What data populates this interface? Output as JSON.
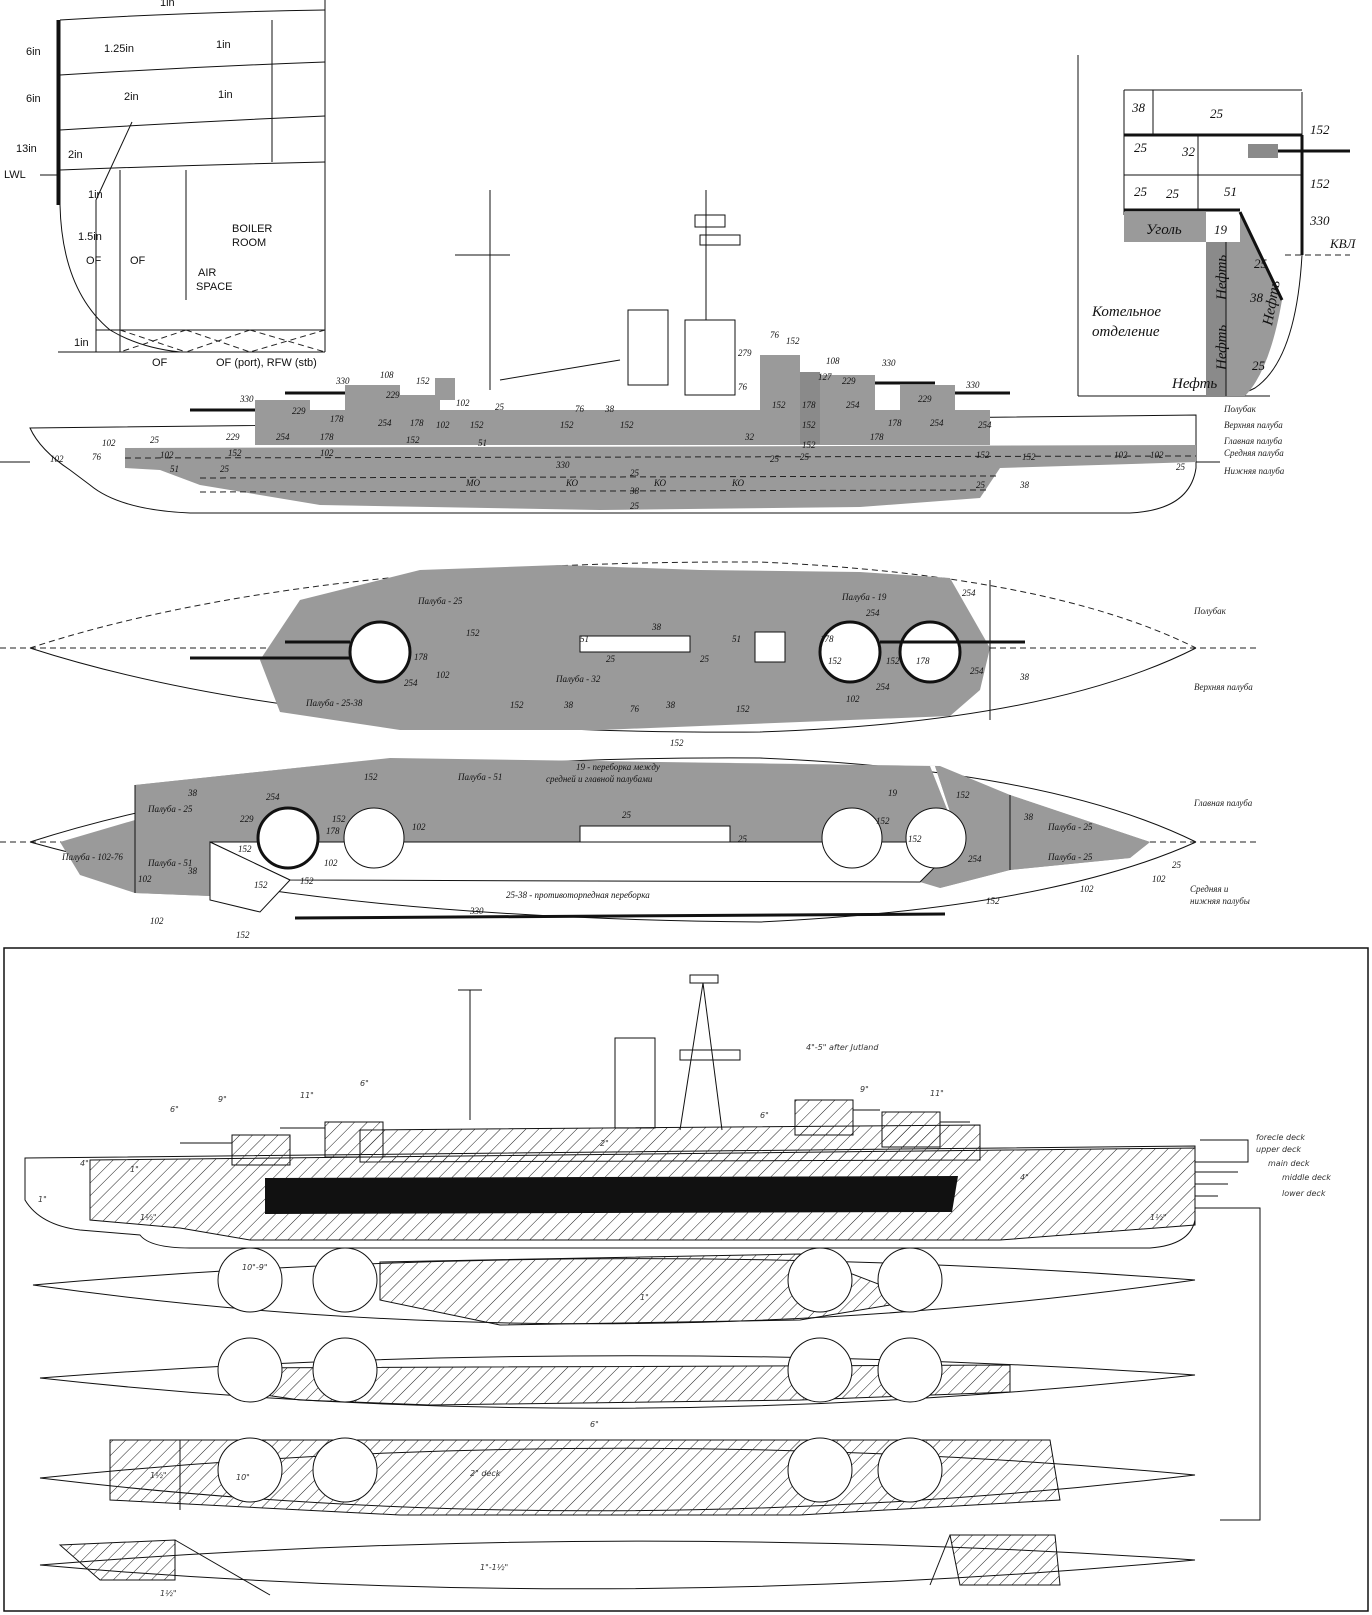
{
  "section_a": {
    "labels": {
      "t1": "1in",
      "t2": "1.25in",
      "t3": "1in",
      "t4": "6in",
      "t5": "6in",
      "t6": "2in",
      "t7": "1in",
      "t8": "13in",
      "t9": "2in",
      "t10": "LWL",
      "t11": "1in",
      "t12": "1.5in",
      "t13": "OF",
      "t14": "OF",
      "t15": "1in",
      "t16": "OF",
      "t17": "OF (port), RFW (stb)",
      "boiler1": "BOILER",
      "boiler2": "ROOM",
      "air1": "AIR",
      "air2": "SPACE"
    }
  },
  "section_b": {
    "labels": {
      "n38": "38",
      "n25a": "25",
      "n152a": "152",
      "n25b": "25",
      "n32": "32",
      "n25c": "25",
      "n25d": "25",
      "n51": "51",
      "n152b": "152",
      "coal": "Уголь",
      "n19": "19",
      "n330": "330",
      "kvl": "КВЛ",
      "n25e": "25",
      "oil1": "Нефть",
      "oil2": "Нефть",
      "n38b": "38",
      "oil3": "Нефть",
      "oil4": "Нефть",
      "n25f": "25",
      "boiler1": "Котельное",
      "boiler2": "отделение"
    }
  },
  "profile": {
    "deck_labels": [
      "Полубак",
      "Верхняя палуба",
      "Главная палуба",
      "Средняя палуба",
      "Нижняя палуба"
    ],
    "numbers": {
      "a1": "330",
      "a2": "229",
      "a3": "229",
      "a4": "254",
      "a5": "152",
      "a6": "178",
      "a7": "330",
      "a8": "108",
      "a9": "229",
      "a10": "254",
      "a11": "178",
      "a12": "152",
      "a13": "102",
      "a14": "25",
      "a15": "102",
      "a16": "76",
      "a17": "102",
      "a18": "25",
      "a19": "102",
      "a20": "51",
      "a21": "152",
      "a22": "178",
      "a23": "102",
      "a24": "152",
      "a25": "102",
      "a26": "25",
      "a27": "76",
      "a28": "38",
      "a29": "152",
      "a30": "51",
      "a31": "152",
      "a32": "32",
      "a33": "330",
      "a34": "25",
      "a35": "38",
      "a36": "25",
      "a37": "76",
      "a38": "152",
      "a39": "279",
      "a40": "76",
      "a41": "152",
      "a42": "178",
      "a43": "152",
      "a44": "25",
      "a45": "108",
      "a46": "127",
      "a47": "229",
      "a48": "330",
      "a49": "254",
      "a50": "178",
      "a51": "229",
      "a52": "254",
      "a53": "330",
      "a54": "152",
      "a55": "178",
      "a56": "254",
      "a57": "152",
      "a58": "25",
      "a59": "152",
      "a60": "102",
      "a61": "102",
      "a62": "25",
      "a63": "25",
      "a64": "38"
    },
    "compartments": {
      "mo": "МО",
      "ko1": "КО",
      "ko2": "КО",
      "ko3": "КО"
    }
  },
  "plan1": {
    "deck_labels": [
      "Полубак",
      "Верхняя палуба"
    ],
    "texts": {
      "p25": "Палуба - 25",
      "p19": "Палуба - 19",
      "p32": "Палуба - 32",
      "p2538": "Палуба - 25-38"
    },
    "numbers": {
      "b1": "254",
      "b2": "152",
      "b3": "38",
      "b4": "51",
      "b5": "51",
      "b6": "254",
      "b7": "178",
      "b8": "25",
      "b9": "25",
      "b10": "178",
      "b11": "152",
      "b12": "152",
      "b13": "178",
      "b14": "254",
      "b15": "254",
      "b16": "102",
      "b17": "254",
      "b18": "38",
      "b19": "152",
      "b20": "38",
      "b21": "76",
      "b22": "38",
      "b23": "152",
      "b24": "102",
      "b25": "152"
    }
  },
  "plan2": {
    "deck_labels": [
      "Главная палуба",
      "Средняя и",
      "нижняя палубы"
    ],
    "texts": {
      "p51": "Палуба - 51",
      "bulk19a": "19 - переборка между",
      "bulk19b": "средней и главной палубами",
      "p25a": "Палуба - 25",
      "p10276": "Палуба - 102-76",
      "p51b": "Палуба - 51",
      "p25b": "Палуба - 25",
      "p25c": "Палуба - 25",
      "torp": "25-38 - противоторпедная переборка"
    },
    "numbers": {
      "c1": "38",
      "c2": "254",
      "c3": "152",
      "c4": "229",
      "c5": "178",
      "c6": "152",
      "c7": "25",
      "c8": "19",
      "c9": "152",
      "c10": "102",
      "c11": "152",
      "c12": "38",
      "c13": "152",
      "c14": "102",
      "c15": "38",
      "c16": "102",
      "c17": "152",
      "c18": "25",
      "c19": "254",
      "c20": "152",
      "c21": "25",
      "c22": "102",
      "c23": "102",
      "c24": "152",
      "c25": "330",
      "c26": "152",
      "c27": "102",
      "c28": "152"
    }
  },
  "sketch": {
    "note": "4\"-5\" after Jutland",
    "deck_names": [
      "forecle deck",
      "upper deck",
      "main deck",
      "middle deck",
      "lower deck"
    ],
    "marks": {
      "m1": "6\"",
      "m2": "9\"",
      "m3": "11\"",
      "m4": "6\"",
      "m5": "1\"",
      "m6": "4\"",
      "m7": "1\"",
      "m8": "1½\"",
      "m9": "2\"",
      "m10": "6\"",
      "m11": "9\"",
      "m12": "11\"",
      "m13": "4\"",
      "m14": "1½\"",
      "m15": "10\"-9\"",
      "m16": "10\"",
      "m17": "1\"",
      "m18": "2\" deck",
      "m19": "6\"",
      "m20": "1½\"",
      "m21": "1\"-1½\"",
      "m22": "1½\""
    }
  }
}
